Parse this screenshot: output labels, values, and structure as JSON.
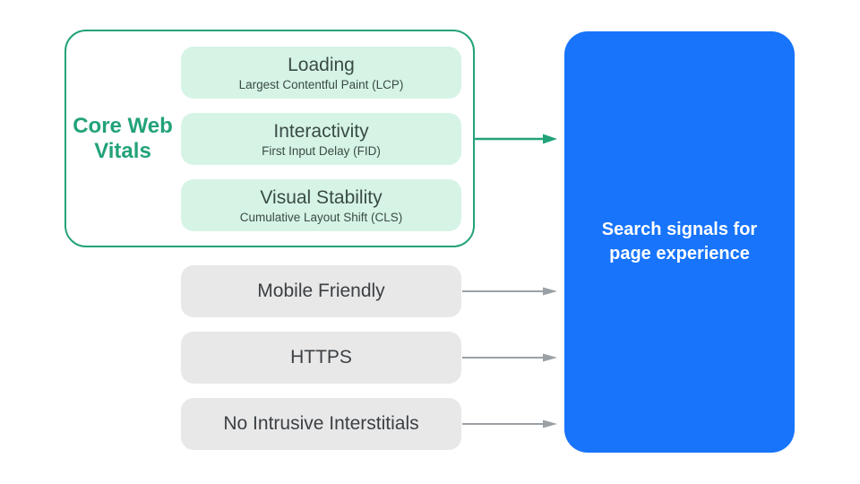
{
  "colors": {
    "green": "#22A27A",
    "green_fill": "#D6F4E6",
    "gray_fill": "#E8E8E9",
    "gray_arrow": "#9AA0A6",
    "blue": "#1774FB",
    "dark_text": "#3C4043",
    "green_box_text": "#3A4B45",
    "white_text": "#FFFFFF"
  },
  "core_web_vitals": {
    "label": "Core Web Vitals",
    "items": [
      {
        "title": "Loading",
        "subtitle": "Largest Contentful Paint (LCP)"
      },
      {
        "title": "Interactivity",
        "subtitle": "First Input Delay (FID)"
      },
      {
        "title": "Visual Stability",
        "subtitle": "Cumulative Layout Shift (CLS)"
      }
    ]
  },
  "other_signals": [
    {
      "label": "Mobile Friendly"
    },
    {
      "label": "HTTPS"
    },
    {
      "label": "No Intrusive Interstitials"
    }
  ],
  "result": {
    "label": "Search signals for page experience"
  }
}
